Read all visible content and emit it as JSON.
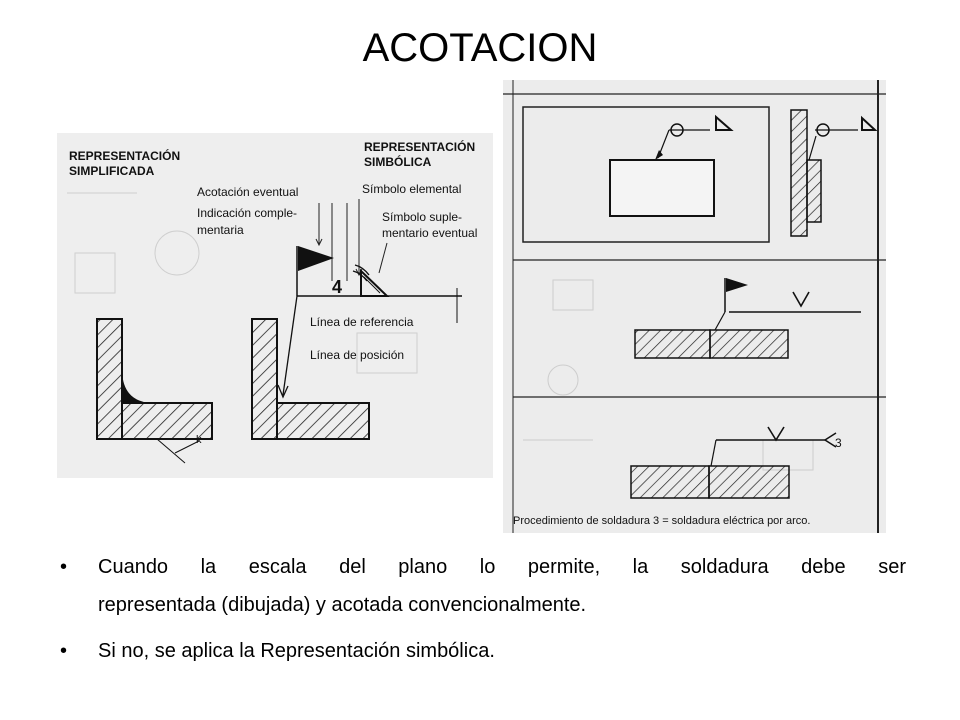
{
  "slide": {
    "title": "ACOTACION",
    "bullets": [
      {
        "line1": "Cuando la escala del plano lo permite, la soldadura debe ser",
        "line2": "representada (dibujada) y acotada convencionalmente."
      },
      {
        "line1": "Si no, se aplica la Representación simbólica.",
        "line2": ""
      }
    ]
  },
  "figure_left": {
    "heading_simplified_1": "REPRESENTACIÓN",
    "heading_simplified_2": "SIMPLIFICADA",
    "heading_symbolic_1": "REPRESENTACIÓN",
    "heading_symbolic_2": "SIMBÓLICA",
    "acotacion": "Acotación eventual",
    "indicacion_1": "Indicación comple-",
    "indicacion_2": "mentaria",
    "simbolo_elemental": "Símbolo elemental",
    "simbolo_suple_1": "Símbolo suple-",
    "simbolo_suple_2": "mentario eventual",
    "dimension": "4",
    "linea_referencia": "Línea de referencia",
    "linea_posicion": "Línea de posición",
    "leg_label": "k"
  },
  "figure_right": {
    "caption": "Procedimiento de soldadura 3 = soldadura eléctrica por arco.",
    "process_number": "3"
  }
}
